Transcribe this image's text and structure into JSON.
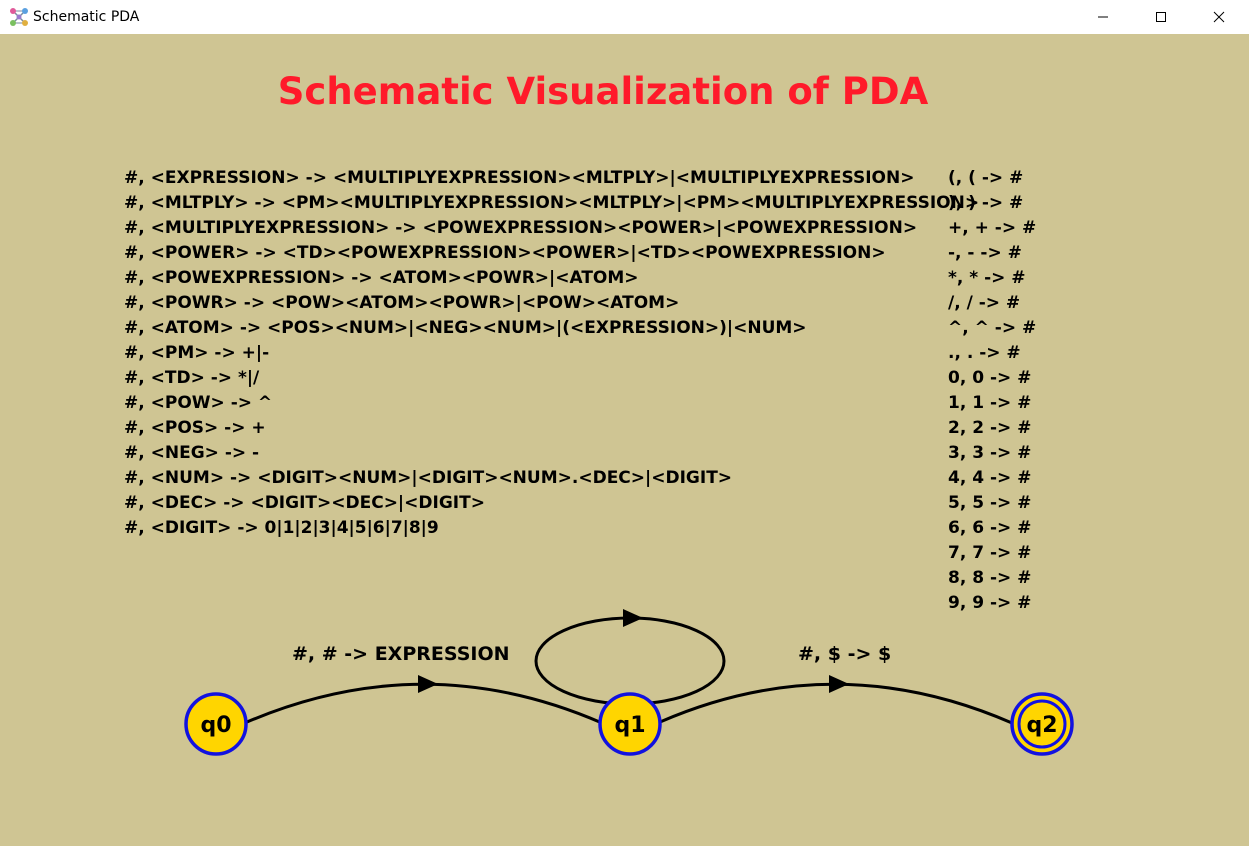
{
  "window": {
    "title": "Schematic PDA",
    "icon": "schematic-app-icon",
    "controls": {
      "minimize": "minimize-icon",
      "maximize": "maximize-icon",
      "close": "close-icon"
    }
  },
  "title": "Schematic Visualization of PDA",
  "colors": {
    "background": "#cfc593",
    "title": "#ff1a2a",
    "state_fill": "#ffd500",
    "state_border": "#1212e0",
    "edge": "#000000"
  },
  "grammar_rules": [
    "#, <EXPRESSION> -> <MULTIPLYEXPRESSION><MLTPLY>|<MULTIPLYEXPRESSION>",
    "#, <MLTPLY> -> <PM><MULTIPLYEXPRESSION><MLTPLY>|<PM><MULTIPLYEXPRESSION>",
    "#, <MULTIPLYEXPRESSION> -> <POWEXPRESSION><POWER>|<POWEXPRESSION>",
    "#, <POWER> -> <TD><POWEXPRESSION><POWER>|<TD><POWEXPRESSION>",
    "#, <POWEXPRESSION> -> <ATOM><POWR>|<ATOM>",
    "#, <POWR> -> <POW><ATOM><POWR>|<POW><ATOM>",
    "#, <ATOM> -> <POS><NUM>|<NEG><NUM>|(<EXPRESSION>)|<NUM>",
    "#, <PM> -> +|-",
    "#, <TD> -> *|/",
    "#, <POW> -> ^",
    "#, <POS> -> +",
    "#, <NEG> -> -",
    "#, <NUM> -> <DIGIT><NUM>|<DIGIT><NUM>.<DEC>|<DIGIT>",
    "#, <DEC> -> <DIGIT><DEC>|<DIGIT>",
    "#, <DIGIT> -> 0|1|2|3|4|5|6|7|8|9"
  ],
  "terminal_rules": [
    "(, ( -> #",
    "), ) -> #",
    "+, + -> #",
    "-, - -> #",
    "*, * -> #",
    "/, / -> #",
    "^, ^ -> #",
    "., . -> #",
    "0, 0 -> #",
    "1, 1 -> #",
    "2, 2 -> #",
    "3, 3 -> #",
    "4, 4 -> #",
    "5, 5 -> #",
    "6, 6 -> #",
    "7, 7 -> #",
    "8, 8 -> #",
    "9, 9 -> #"
  ],
  "states": [
    {
      "id": "q0",
      "label": "q0",
      "accepting": false
    },
    {
      "id": "q1",
      "label": "q1",
      "accepting": false
    },
    {
      "id": "q2",
      "label": "q2",
      "accepting": true
    }
  ],
  "transitions": [
    {
      "from": "q0",
      "to": "q1",
      "label": "#, # -> EXPRESSION"
    },
    {
      "from": "q1",
      "to": "q1",
      "label": ""
    },
    {
      "from": "q1",
      "to": "q2",
      "label": "#, $ -> $"
    }
  ]
}
